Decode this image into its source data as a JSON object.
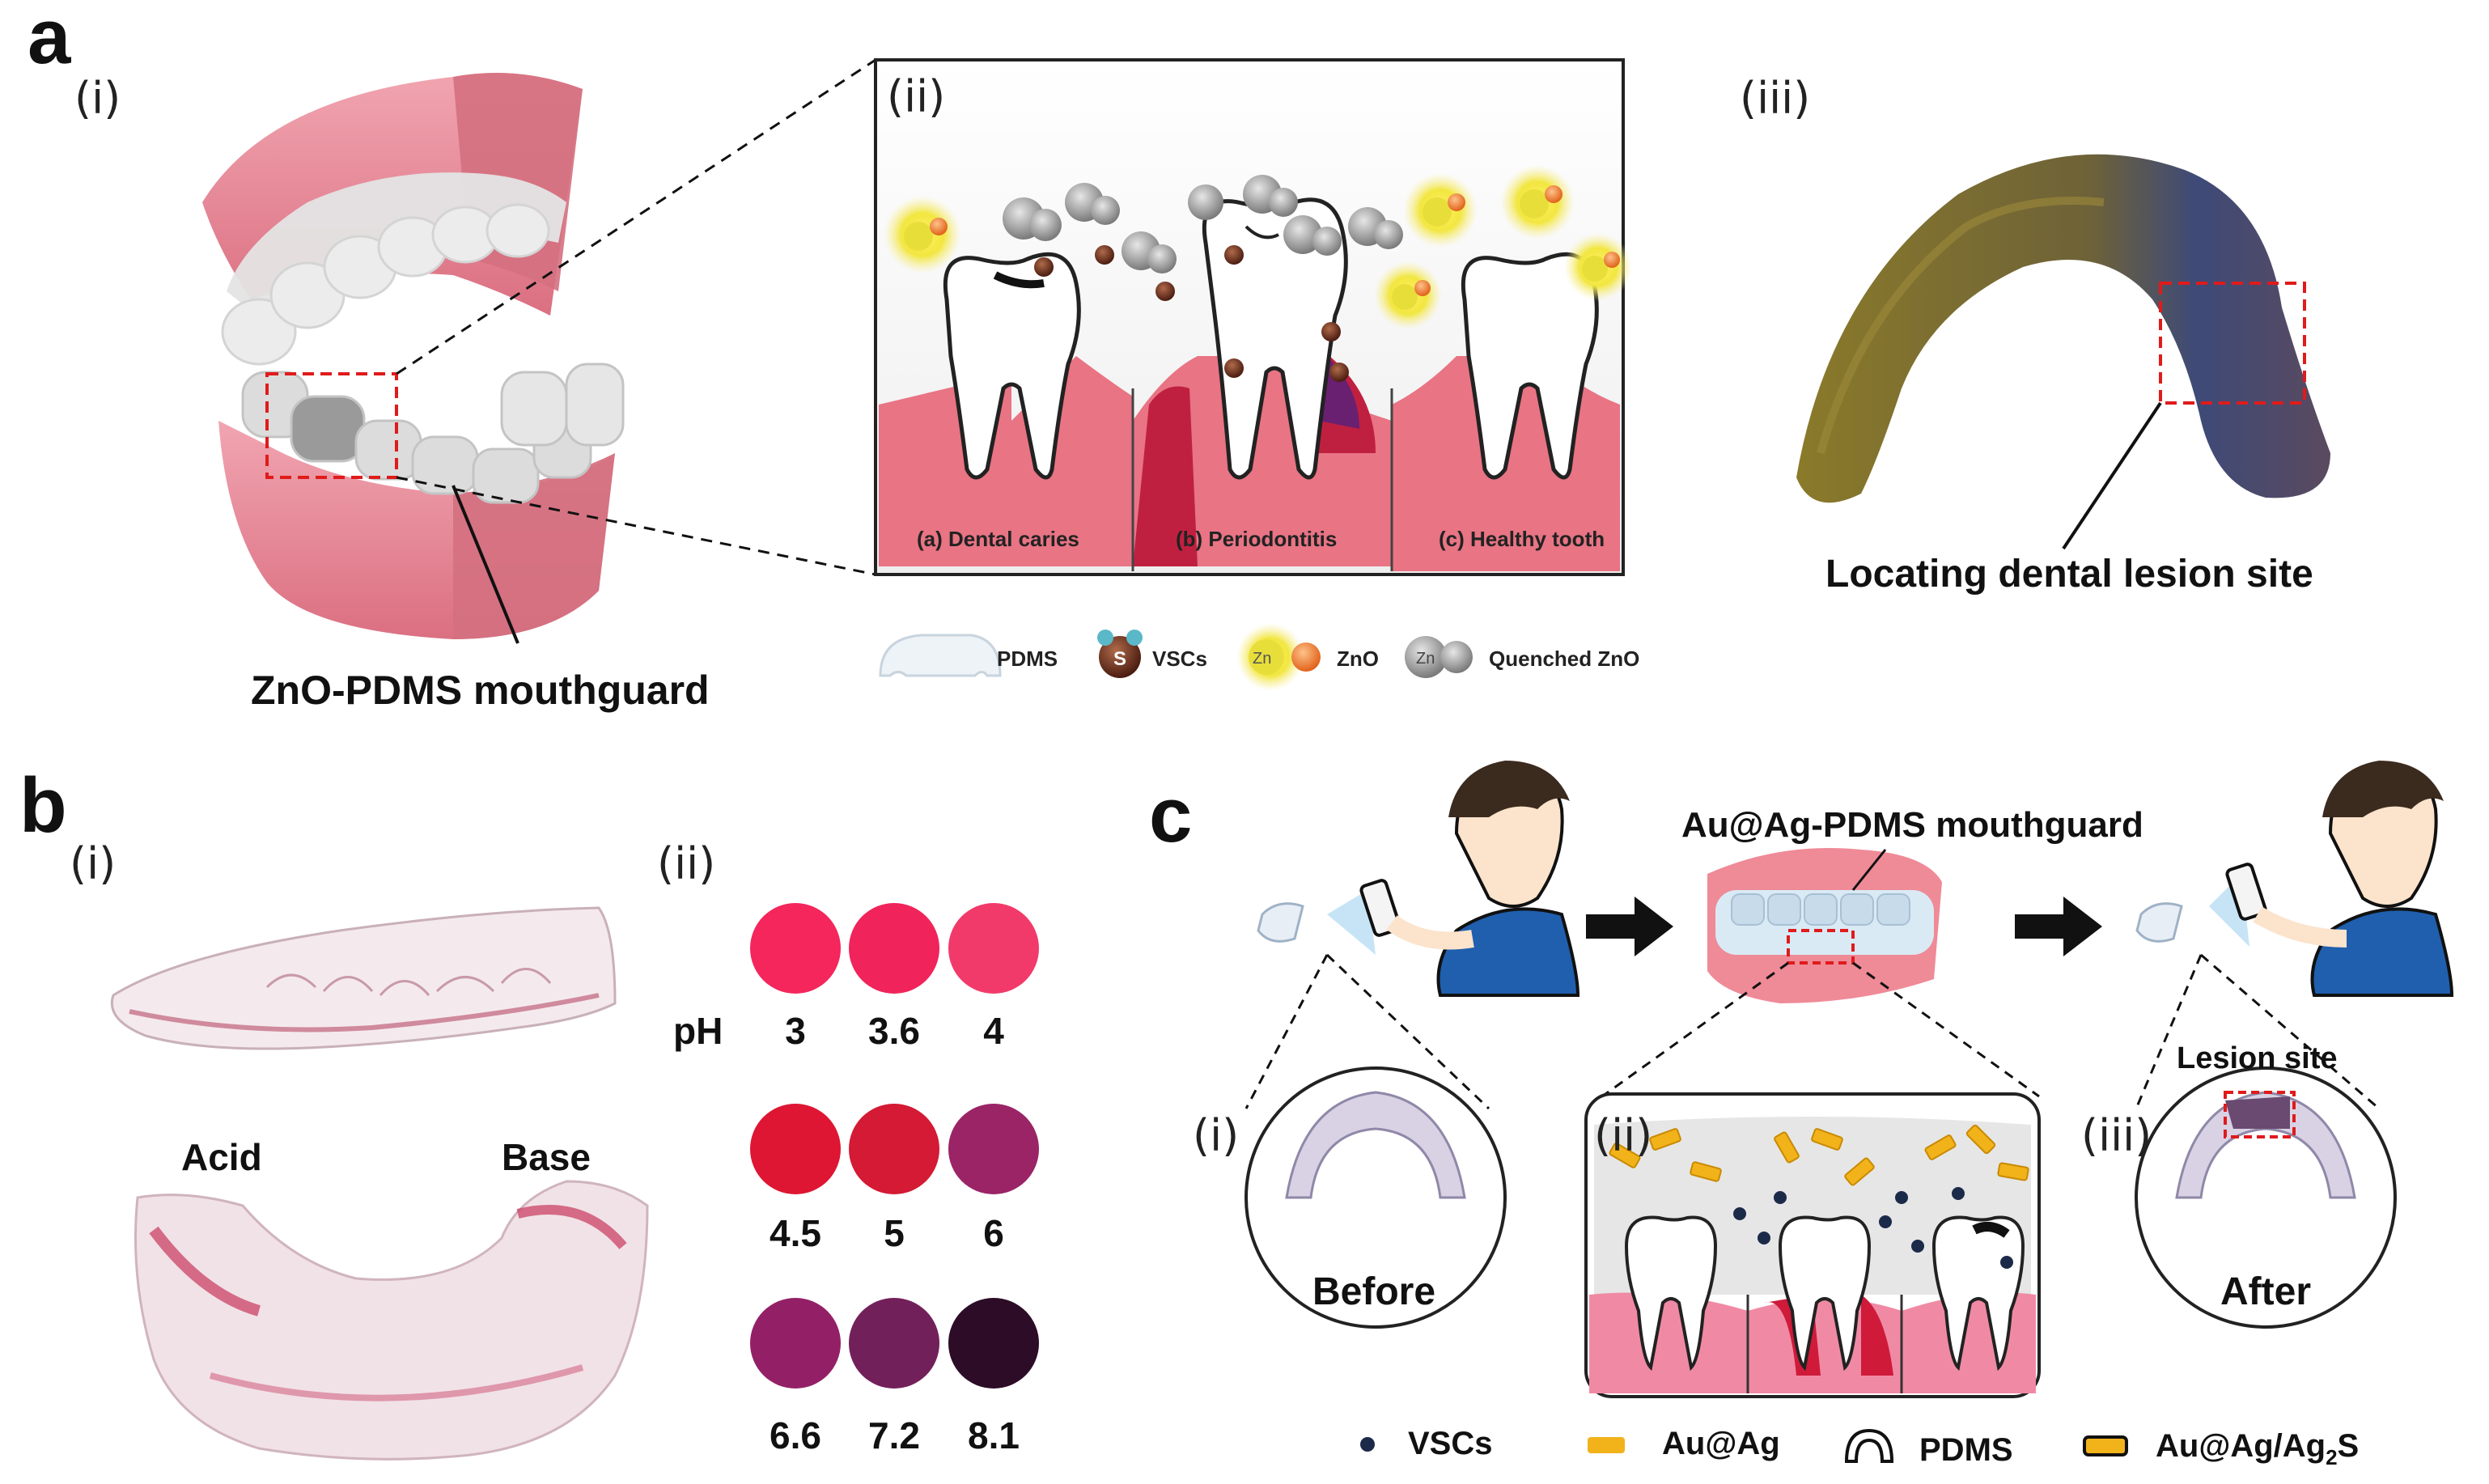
{
  "panel_letters": {
    "a": "a",
    "b": "b",
    "c": "c"
  },
  "panel_a": {
    "sub_i": "(i)",
    "sub_ii": "(ii)",
    "sub_iii": "(iii)",
    "mouthguard_label": "ZnO-PDMS mouthguard",
    "cases": [
      "(a) Dental caries",
      "(b) Periodontitis",
      "(c) Healthy tooth"
    ],
    "legend": {
      "pdms": "PDMS",
      "vscs": "VSCs",
      "zno": "ZnO",
      "quenched": "Quenched ZnO",
      "zn_glyph": "Zn",
      "s_glyph": "S"
    },
    "lesion_label": "Locating dental lesion site"
  },
  "panel_b": {
    "sub_i": "(i)",
    "sub_ii": "(ii)",
    "acid": "Acid",
    "base": "Base",
    "ph_label": "pH",
    "swatches": [
      {
        "ph": "3",
        "color": "#f4265c"
      },
      {
        "ph": "3.6",
        "color": "#f0245a"
      },
      {
        "ph": "4",
        "color": "#f23a6a"
      },
      {
        "ph": "4.5",
        "color": "#de1633"
      },
      {
        "ph": "5",
        "color": "#d41a34"
      },
      {
        "ph": "6",
        "color": "#9a2466"
      },
      {
        "ph": "6.6",
        "color": "#932066"
      },
      {
        "ph": "7.2",
        "color": "#72205a"
      },
      {
        "ph": "8.1",
        "color": "#2c0c26"
      }
    ]
  },
  "panel_c": {
    "title": "Au@Ag-PDMS mouthguard",
    "sub_i": "(i)",
    "sub_ii": "(ii)",
    "sub_iii": "(iii)",
    "before": "Before",
    "after": "After",
    "lesion_site": "Lesion site",
    "legend": {
      "vscs": "VSCs",
      "auag": "Au@Ag",
      "pdms": "PDMS",
      "auag_s_main": "Au@Ag/Ag",
      "auag_s_sub": "2",
      "auag_s_end": "S"
    }
  },
  "colors": {
    "gum": "#e9808f",
    "gum_dark": "#c23d55",
    "tooth": "#ffffff",
    "dash_red": "#e01b1b",
    "zno_yellow": "#f2e640",
    "zno_orange": "#f08a2a",
    "vsc_brown": "#5a2a1a",
    "shirt_blue": "#1f5fae",
    "nanorod": "#f2b21a"
  }
}
